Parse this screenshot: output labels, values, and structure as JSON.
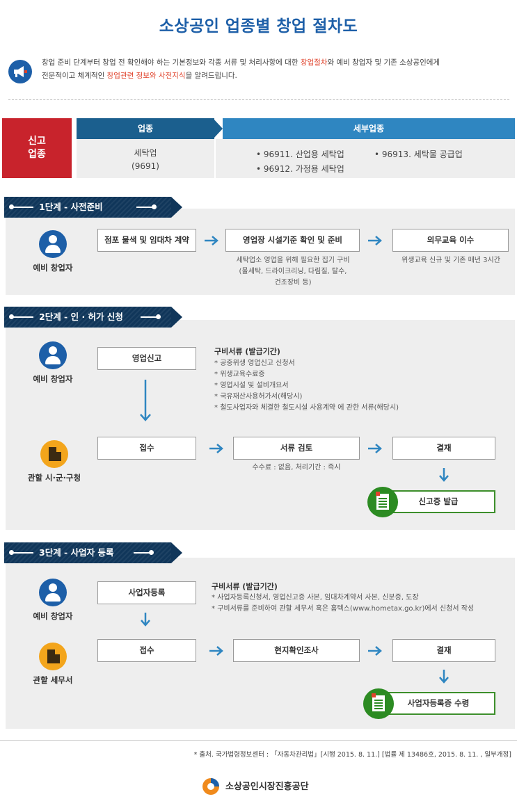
{
  "title": "소상공인 업종별 창업 절차도",
  "intro": {
    "icon": "megaphone-icon",
    "line1_a": "창업 준비 단계부터 창업 전 확인해야 하는 기본정보와 각종 서류 및 처리사항에 대한 ",
    "line1_hl": "창업절차",
    "line1_b": "와 예비 창업자 및 기존 소상공인에게",
    "line2_a": "전문적이고 체계적인 ",
    "line2_hl": "창업관련 정보와 사전지식",
    "line2_b": "을 알려드립니다."
  },
  "industry": {
    "label_line1": "신고",
    "label_line2": "업종",
    "col1_header": "업종",
    "col2_header": "세부업종",
    "industry_name": "세탁업",
    "industry_code": "(9691)",
    "sub_items": [
      "• 96911. 산업용 세탁업",
      "• 96913. 세탁물 공급업",
      "• 96912. 가정용 세탁업"
    ]
  },
  "stage1": {
    "title": "1단계 - 사전준비",
    "actor": "예비 창업자",
    "steps": [
      "점포 물색 및 임대차 계약",
      "영업장 시설기준 확인 및 준비",
      "의무교육 이수"
    ],
    "note_step2": [
      "세탁업소 영업을 위해 필요한 집기 구비",
      "(물세탁, 드라이크리닝, 다림질, 탈수,",
      "건조장비 등)"
    ],
    "note_step3": "위생교육 신규 및 기존 매년 3시간"
  },
  "stage2": {
    "title": "2단계 - 인 · 허가 신청",
    "actor1": "예비 창업자",
    "actor2": "관할 시·군·구청",
    "apply": "영업신고",
    "docs_title": "구비서류 (발급기간)",
    "docs": [
      "공중위생 영업신고 신청서",
      "위생교육수료증",
      "영업시설 및 설비개요서",
      "국유재산사용허가서(해당시)",
      "철도사업자와 체결한 철도시설 사용계약 에 관한 서류(해당시)"
    ],
    "steps": [
      "접수",
      "서류 검토",
      "결재"
    ],
    "note_review": "수수료 : 없음, 처리기간 : 즉시",
    "result": "신고증 발급"
  },
  "stage3": {
    "title": "3단계 - 사업자 등록",
    "actor1": "예비 창업자",
    "actor2": "관할 세무서",
    "apply": "사업자등록",
    "docs_title": "구비서류 (발급기간)",
    "docs": [
      "사업자등록신청서, 영업신고증 사본, 임대차계약서 사본, 신분증, 도장",
      "구비서류를 준비하여 관할 세무서 혹은 홈텍스(www.hometax.go.kr)에서 신청서 작성"
    ],
    "steps": [
      "접수",
      "현지확인조사",
      "결재"
    ],
    "result": "사업자등록증 수령"
  },
  "source": "* 출처. 국가법령정보센터 : 「자동차관리법」[시행 2015. 8. 11.] [법률 제 13486호, 2015. 8. 11. , 일부개정]",
  "footer": {
    "org_name": "소상공인시장진흥공단"
  },
  "colors": {
    "title_blue": "#1d5fa8",
    "red": "#c8232c",
    "navy": "#10365a",
    "highlight": "#e0432c",
    "green": "#2c8b22"
  }
}
